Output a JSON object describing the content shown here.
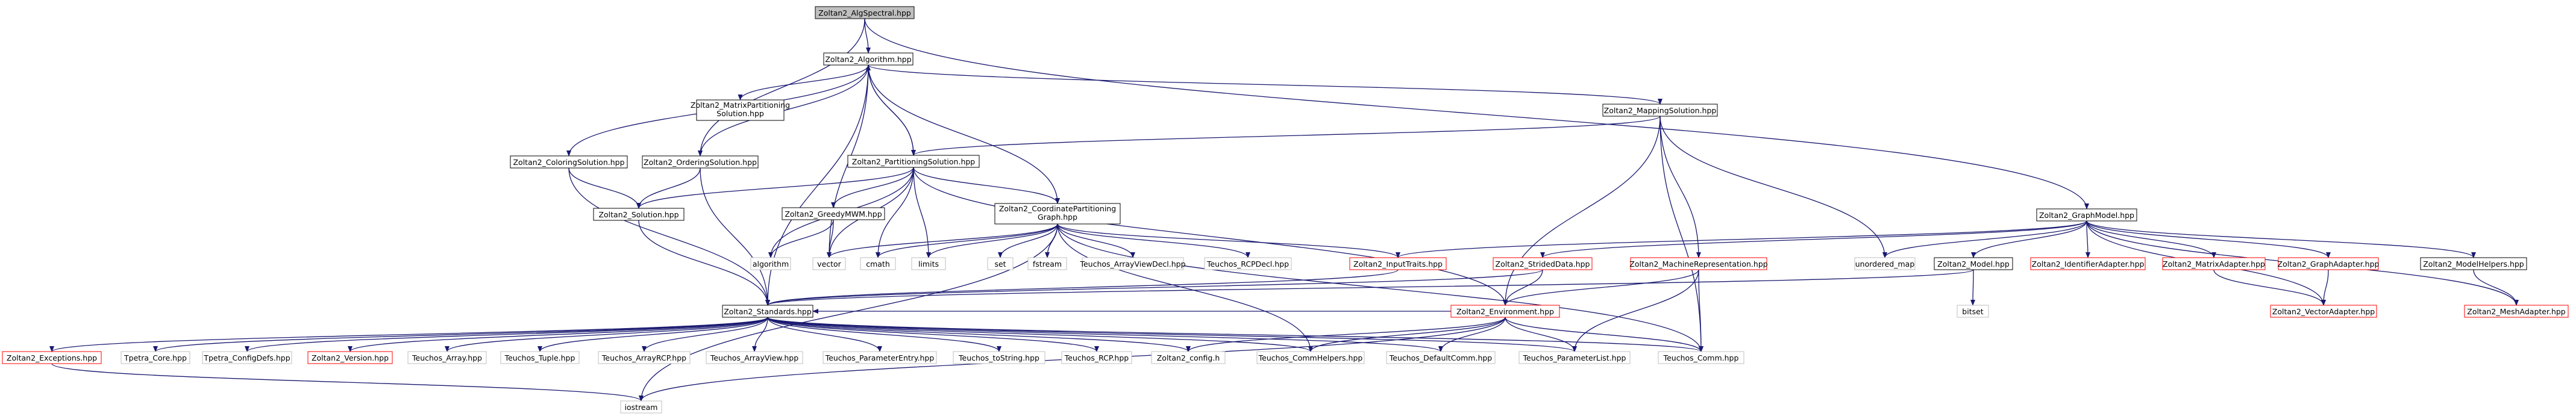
{
  "colors": {
    "edge": "#191970",
    "root_fill": "#bfbfbf",
    "node_fill": "#ffffff",
    "node_border": "#000000",
    "undocumented_border": "#ff0000",
    "system_border": "#bfbfbf"
  },
  "nodes": [
    {
      "id": "alg_spectral",
      "label": "Zoltan2_AlgSpectral.hpp",
      "kind": "root"
    },
    {
      "id": "algorithm_hpp",
      "label": "Zoltan2_Algorithm.hpp",
      "kind": "normal"
    },
    {
      "id": "matrix_partitioning_solution",
      "label": "Zoltan2_MatrixPartitioning Solution.hpp",
      "kind": "normal"
    },
    {
      "id": "mapping_solution",
      "label": "Zoltan2_MappingSolution.hpp",
      "kind": "normal"
    },
    {
      "id": "graph_model",
      "label": "Zoltan2_GraphModel.hpp",
      "kind": "normal"
    },
    {
      "id": "coloring_solution",
      "label": "Zoltan2_ColoringSolution.hpp",
      "kind": "normal"
    },
    {
      "id": "ordering_solution",
      "label": "Zoltan2_OrderingSolution.hpp",
      "kind": "normal"
    },
    {
      "id": "partitioning_solution",
      "label": "Zoltan2_PartitioningSolution.hpp",
      "kind": "normal"
    },
    {
      "id": "solution",
      "label": "Zoltan2_Solution.hpp",
      "kind": "normal"
    },
    {
      "id": "greedy_mwm",
      "label": "Zoltan2_GreedyMWM.hpp",
      "kind": "normal"
    },
    {
      "id": "coordinate_partitioning_graph",
      "label": "Zoltan2_CoordinatePartitioning Graph.hpp",
      "kind": "normal"
    },
    {
      "id": "algorithm",
      "label": "algorithm",
      "kind": "system"
    },
    {
      "id": "vector",
      "label": "vector",
      "kind": "system"
    },
    {
      "id": "cmath",
      "label": "cmath",
      "kind": "system"
    },
    {
      "id": "limits",
      "label": "limits",
      "kind": "system"
    },
    {
      "id": "set",
      "label": "set",
      "kind": "system"
    },
    {
      "id": "fstream",
      "label": "fstream",
      "kind": "system"
    },
    {
      "id": "teuchos_arrayview_decl",
      "label": "Teuchos_ArrayViewDecl.hpp",
      "kind": "system"
    },
    {
      "id": "teuchos_rcp_decl",
      "label": "Teuchos_RCPDecl.hpp",
      "kind": "system"
    },
    {
      "id": "input_traits",
      "label": "Zoltan2_InputTraits.hpp",
      "kind": "undocumented"
    },
    {
      "id": "strided_data",
      "label": "Zoltan2_StridedData.hpp",
      "kind": "undocumented"
    },
    {
      "id": "machine_representation",
      "label": "Zoltan2_MachineRepresentation.hpp",
      "kind": "undocumented"
    },
    {
      "id": "unordered_map",
      "label": "unordered_map",
      "kind": "system"
    },
    {
      "id": "model_hpp",
      "label": "Zoltan2_Model.hpp",
      "kind": "normal"
    },
    {
      "id": "identifier_adapter",
      "label": "Zoltan2_IdentifierAdapter.hpp",
      "kind": "undocumented"
    },
    {
      "id": "matrix_adapter",
      "label": "Zoltan2_MatrixAdapter.hpp",
      "kind": "undocumented"
    },
    {
      "id": "graph_adapter",
      "label": "Zoltan2_GraphAdapter.hpp",
      "kind": "undocumented"
    },
    {
      "id": "model_helpers",
      "label": "Zoltan2_ModelHelpers.hpp",
      "kind": "normal"
    },
    {
      "id": "bitset",
      "label": "bitset",
      "kind": "system"
    },
    {
      "id": "vector_adapter",
      "label": "Zoltan2_VectorAdapter.hpp",
      "kind": "undocumented"
    },
    {
      "id": "mesh_adapter",
      "label": "Zoltan2_MeshAdapter.hpp",
      "kind": "undocumented"
    },
    {
      "id": "standards",
      "label": "Zoltan2_Standards.hpp",
      "kind": "normal"
    },
    {
      "id": "environment",
      "label": "Zoltan2_Environment.hpp",
      "kind": "undocumented"
    },
    {
      "id": "exceptions",
      "label": "Zoltan2_Exceptions.hpp",
      "kind": "undocumented"
    },
    {
      "id": "tpetra_core",
      "label": "Tpetra_Core.hpp",
      "kind": "system"
    },
    {
      "id": "tpetra_config_defs",
      "label": "Tpetra_ConfigDefs.hpp",
      "kind": "system"
    },
    {
      "id": "version",
      "label": "Zoltan2_Version.hpp",
      "kind": "undocumented"
    },
    {
      "id": "teuchos_array",
      "label": "Teuchos_Array.hpp",
      "kind": "system"
    },
    {
      "id": "teuchos_tuple",
      "label": "Teuchos_Tuple.hpp",
      "kind": "system"
    },
    {
      "id": "teuchos_array_rcp",
      "label": "Teuchos_ArrayRCP.hpp",
      "kind": "system"
    },
    {
      "id": "teuchos_array_view",
      "label": "Teuchos_ArrayView.hpp",
      "kind": "system"
    },
    {
      "id": "teuchos_parameter_entry",
      "label": "Teuchos_ParameterEntry.hpp",
      "kind": "system"
    },
    {
      "id": "teuchos_to_string",
      "label": "Teuchos_toString.hpp",
      "kind": "system"
    },
    {
      "id": "teuchos_rcp",
      "label": "Teuchos_RCP.hpp",
      "kind": "system"
    },
    {
      "id": "zoltan2_config",
      "label": "Zoltan2_config.h",
      "kind": "system"
    },
    {
      "id": "teuchos_comm_helpers",
      "label": "Teuchos_CommHelpers.hpp",
      "kind": "system"
    },
    {
      "id": "teuchos_default_comm",
      "label": "Teuchos_DefaultComm.hpp",
      "kind": "system"
    },
    {
      "id": "teuchos_parameter_list",
      "label": "Teuchos_ParameterList.hpp",
      "kind": "system"
    },
    {
      "id": "teuchos_comm",
      "label": "Teuchos_Comm.hpp",
      "kind": "system"
    },
    {
      "id": "iostream",
      "label": "iostream",
      "kind": "system"
    }
  ],
  "edges": [
    [
      "alg_spectral",
      "algorithm_hpp"
    ],
    [
      "alg_spectral",
      "ordering_solution"
    ],
    [
      "alg_spectral",
      "graph_model"
    ],
    [
      "algorithm_hpp",
      "matrix_partitioning_solution"
    ],
    [
      "algorithm_hpp",
      "mapping_solution"
    ],
    [
      "algorithm_hpp",
      "coloring_solution"
    ],
    [
      "algorithm_hpp",
      "ordering_solution"
    ],
    [
      "algorithm_hpp",
      "partitioning_solution"
    ],
    [
      "algorithm_hpp",
      "coordinate_partitioning_graph"
    ],
    [
      "algorithm_hpp",
      "standards"
    ],
    [
      "algorithm_hpp",
      "vector"
    ],
    [
      "partitioning_solution",
      "algorithm_hpp"
    ],
    [
      "mapping_solution",
      "partitioning_solution"
    ],
    [
      "mapping_solution",
      "environment"
    ],
    [
      "mapping_solution",
      "machine_representation"
    ],
    [
      "mapping_solution",
      "unordered_map"
    ],
    [
      "mapping_solution",
      "teuchos_comm"
    ],
    [
      "coloring_solution",
      "solution"
    ],
    [
      "coloring_solution",
      "standards"
    ],
    [
      "ordering_solution",
      "solution"
    ],
    [
      "ordering_solution",
      "standards"
    ],
    [
      "partitioning_solution",
      "solution"
    ],
    [
      "partitioning_solution",
      "greedy_mwm"
    ],
    [
      "partitioning_solution",
      "coordinate_partitioning_graph"
    ],
    [
      "partitioning_solution",
      "environment"
    ],
    [
      "partitioning_solution",
      "algorithm"
    ],
    [
      "partitioning_solution",
      "vector"
    ],
    [
      "partitioning_solution",
      "cmath"
    ],
    [
      "partitioning_solution",
      "limits"
    ],
    [
      "solution",
      "standards"
    ],
    [
      "greedy_mwm",
      "algorithm"
    ],
    [
      "greedy_mwm",
      "vector"
    ],
    [
      "coordinate_partitioning_graph",
      "vector"
    ],
    [
      "coordinate_partitioning_graph",
      "cmath"
    ],
    [
      "coordinate_partitioning_graph",
      "limits"
    ],
    [
      "coordinate_partitioning_graph",
      "set"
    ],
    [
      "coordinate_partitioning_graph",
      "fstream"
    ],
    [
      "coordinate_partitioning_graph",
      "teuchos_arrayview_decl"
    ],
    [
      "coordinate_partitioning_graph",
      "teuchos_rcp_decl"
    ],
    [
      "coordinate_partitioning_graph",
      "input_traits"
    ],
    [
      "coordinate_partitioning_graph",
      "teuchos_comm_helpers"
    ],
    [
      "coordinate_partitioning_graph",
      "teuchos_comm"
    ],
    [
      "coordinate_partitioning_graph",
      "iostream"
    ],
    [
      "graph_model",
      "input_traits"
    ],
    [
      "graph_model",
      "strided_data"
    ],
    [
      "graph_model",
      "unordered_map"
    ],
    [
      "graph_model",
      "model_hpp"
    ],
    [
      "graph_model",
      "identifier_adapter"
    ],
    [
      "graph_model",
      "matrix_adapter"
    ],
    [
      "graph_model",
      "graph_adapter"
    ],
    [
      "graph_model",
      "model_helpers"
    ],
    [
      "graph_model",
      "vector_adapter"
    ],
    [
      "graph_model",
      "mesh_adapter"
    ],
    [
      "input_traits",
      "standards"
    ],
    [
      "strided_data",
      "standards"
    ],
    [
      "strided_data",
      "environment"
    ],
    [
      "machine_representation",
      "environment"
    ],
    [
      "machine_representation",
      "teuchos_comm"
    ],
    [
      "machine_representation",
      "teuchos_parameter_list"
    ],
    [
      "model_hpp",
      "standards"
    ],
    [
      "model_hpp",
      "bitset"
    ],
    [
      "matrix_adapter",
      "vector_adapter"
    ],
    [
      "graph_adapter",
      "vector_adapter"
    ],
    [
      "model_helpers",
      "mesh_adapter"
    ],
    [
      "environment",
      "standards"
    ],
    [
      "environment",
      "zoltan2_config"
    ],
    [
      "environment",
      "teuchos_comm_helpers"
    ],
    [
      "environment",
      "teuchos_default_comm"
    ],
    [
      "environment",
      "teuchos_parameter_list"
    ],
    [
      "environment",
      "teuchos_comm"
    ],
    [
      "environment",
      "iostream"
    ],
    [
      "standards",
      "exceptions"
    ],
    [
      "standards",
      "tpetra_core"
    ],
    [
      "standards",
      "tpetra_config_defs"
    ],
    [
      "standards",
      "version"
    ],
    [
      "standards",
      "teuchos_array"
    ],
    [
      "standards",
      "teuchos_tuple"
    ],
    [
      "standards",
      "teuchos_array_rcp"
    ],
    [
      "standards",
      "teuchos_array_view"
    ],
    [
      "standards",
      "teuchos_parameter_entry"
    ],
    [
      "standards",
      "teuchos_to_string"
    ],
    [
      "standards",
      "teuchos_rcp"
    ],
    [
      "standards",
      "zoltan2_config"
    ],
    [
      "standards",
      "teuchos_comm_helpers"
    ],
    [
      "standards",
      "teuchos_default_comm"
    ],
    [
      "standards",
      "teuchos_parameter_list"
    ],
    [
      "standards",
      "teuchos_comm"
    ],
    [
      "exceptions",
      "iostream"
    ]
  ]
}
